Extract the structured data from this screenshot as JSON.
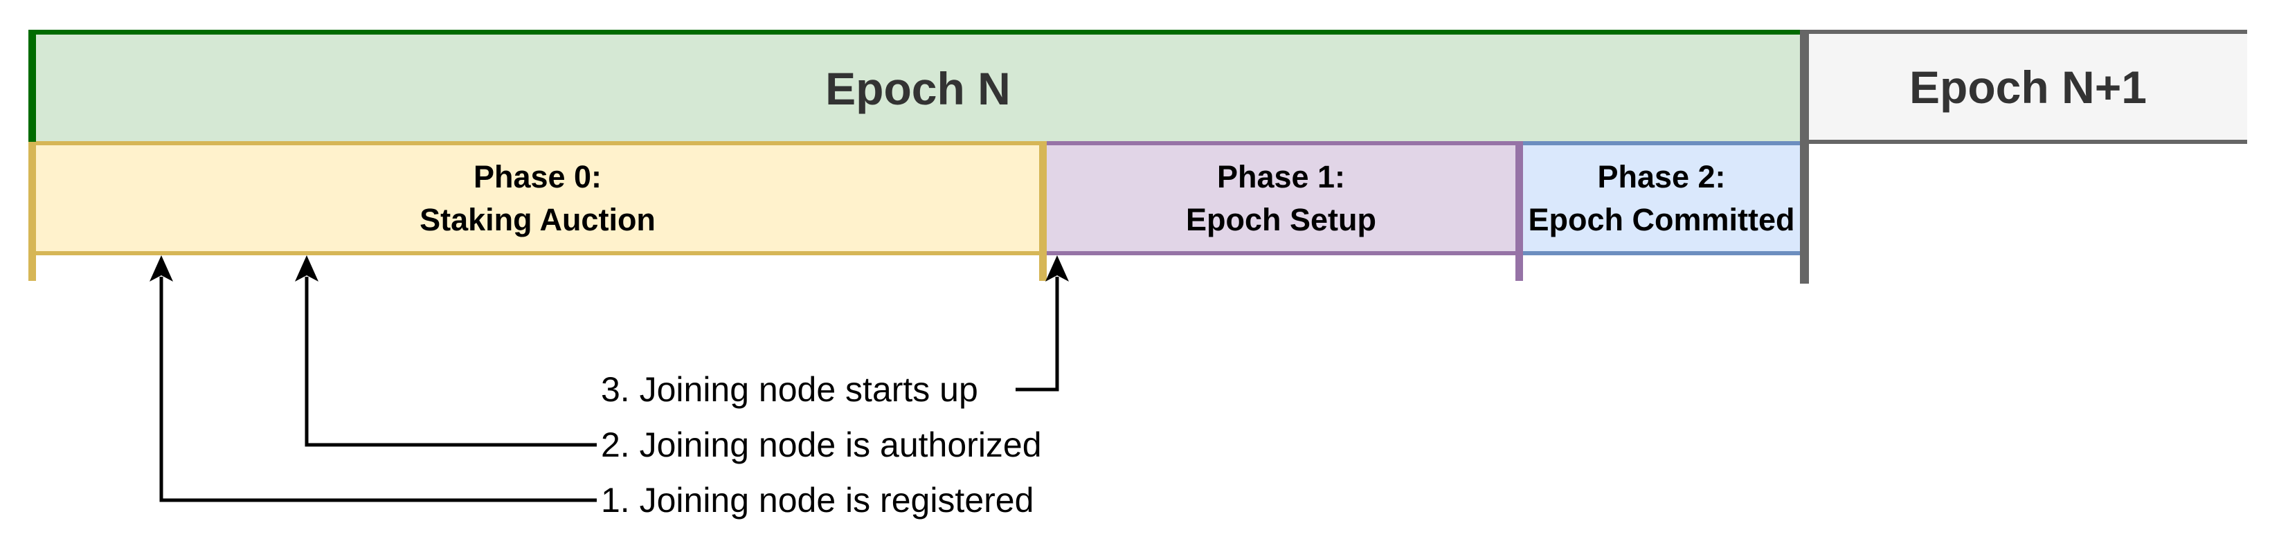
{
  "epochs": [
    {
      "label": "Epoch N"
    },
    {
      "label": "Epoch N+1"
    }
  ],
  "phases": [
    {
      "line1": "Phase 0:",
      "line2": "Staking Auction"
    },
    {
      "line1": "Phase 1:",
      "line2": "Epoch Setup"
    },
    {
      "line1": "Phase 2:",
      "line2": "Epoch Committed"
    }
  ],
  "annotations": [
    {
      "label": "1. Joining node is registered"
    },
    {
      "label": "2. Joining node is authorized"
    },
    {
      "label": "3. Joining node starts up"
    }
  ],
  "colors": {
    "green-fill": "#d5e8d4",
    "green-border": "#006b00",
    "yellow-fill": "#fff2cc",
    "yellow-border": "#d6b656",
    "purple-fill": "#e1d5e7",
    "purple-border": "#9673a6",
    "blue-fill": "#dae8fc",
    "blue-border": "#6c8ebf",
    "gray-fill": "#f5f5f5",
    "gray-border": "#666666",
    "title-text": "#333333",
    "label-text": "#000000",
    "arrow": "#000000"
  }
}
